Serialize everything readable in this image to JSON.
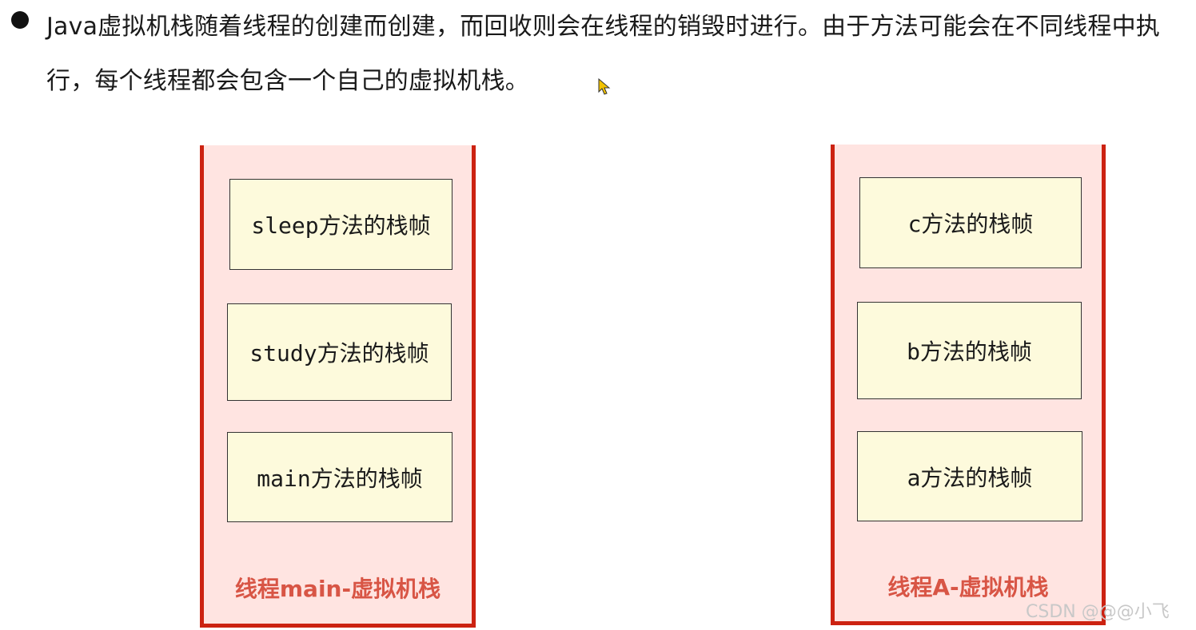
{
  "bullet": {
    "text": "Java虚拟机栈随着线程的创建而创建，而回收则会在线程的销毁时进行。由于方法可能会在不同线程中执行，每个线程都会包含一个自己的虚拟机栈。"
  },
  "stacks": [
    {
      "label": "线程main-虚拟机栈",
      "frames": [
        "sleep方法的栈帧",
        "study方法的栈帧",
        "main方法的栈帧"
      ]
    },
    {
      "label": "线程A-虚拟机栈",
      "frames": [
        "c方法的栈帧",
        "b方法的栈帧",
        "a方法的栈帧"
      ]
    }
  ],
  "watermark": "CSDN @@@小飞",
  "colors": {
    "stack_border": "#cc2211",
    "stack_fill": "#ffe4e1",
    "frame_fill": "#fdfadc",
    "label_text": "#d85545"
  }
}
